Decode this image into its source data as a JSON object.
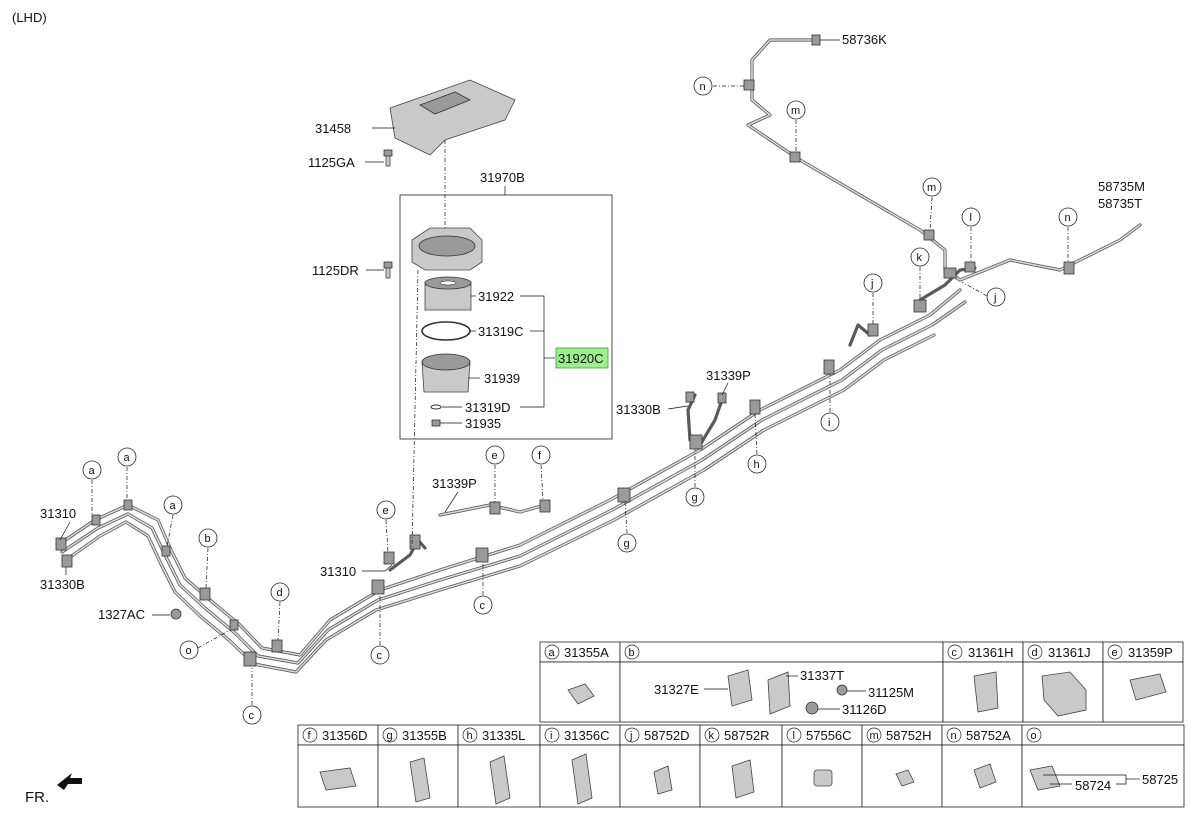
{
  "variant": "(LHD)",
  "direction": "FR.",
  "parts": {
    "bracket": "31458",
    "bolt_top": "1125GA",
    "assembly": "31970B",
    "bolt_mid": "1125DR",
    "filter": "31922",
    "oring": "31319C",
    "filter_kit": "31920C",
    "housing": "31939",
    "ring": "31319D",
    "sensor": "31935",
    "tube_front": "31310",
    "tube_front_b": "31330B",
    "clip_nut": "1327AC",
    "tube_mid": "31310",
    "hose_p": "31339P",
    "hose_p2": "31339P",
    "tube_b2": "31330B",
    "line_k": "58736K",
    "line_m": "58735M",
    "line_t": "58735T"
  },
  "callouts": {
    "a": "a",
    "b": "b",
    "c": "c",
    "d": "d",
    "e": "e",
    "f": "f",
    "g": "g",
    "h": "h",
    "i": "i",
    "j": "j",
    "k": "k",
    "l": "l",
    "m": "m",
    "n": "n",
    "o": "o"
  },
  "legend_row1": [
    {
      "key": "a",
      "part": "31355A"
    },
    {
      "key": "b",
      "part": ""
    },
    {
      "key": "c",
      "part": "31361H"
    },
    {
      "key": "d",
      "part": "31361J"
    },
    {
      "key": "e",
      "part": "31359P"
    }
  ],
  "legend_b_parts": {
    "p1": "31327E",
    "p2": "31337T",
    "p3": "31125M",
    "p4": "31126D"
  },
  "legend_row2": [
    {
      "key": "f",
      "part": "31356D"
    },
    {
      "key": "g",
      "part": "31355B"
    },
    {
      "key": "h",
      "part": "31335L"
    },
    {
      "key": "i",
      "part": "31356C"
    },
    {
      "key": "j",
      "part": "58752D"
    },
    {
      "key": "k",
      "part": "58752R"
    },
    {
      "key": "l",
      "part": "57556C"
    },
    {
      "key": "m",
      "part": "58752H"
    },
    {
      "key": "n",
      "part": "58752A"
    },
    {
      "key": "o",
      "part": ""
    }
  ],
  "legend_o_parts": {
    "p1": "58724",
    "p2": "58725"
  }
}
